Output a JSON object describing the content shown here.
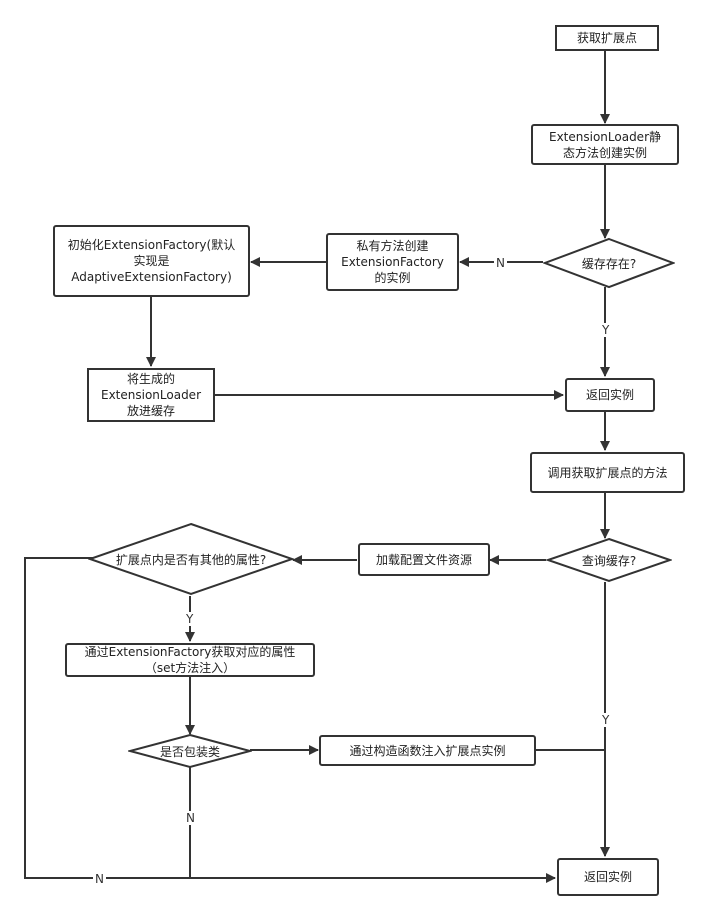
{
  "nodes": {
    "get_ext": "获取扩展点",
    "loader_static": "ExtensionLoader静\n态方法创建实例",
    "cache_exists": "缓存存在?",
    "private_create": "私有方法创建\nExtensionFactory\n的实例",
    "init_factory": "初始化ExtensionFactory(默认\n实现是\nAdaptiveExtensionFactory)",
    "put_cache": "将生成的\nExtensionLoader\n放进缓存",
    "return_instance_1": "返回实例",
    "call_get_ext": "调用获取扩展点的方法",
    "query_cache": "查询缓存?",
    "load_config": "加载配置文件资源",
    "has_other_attrs": "扩展点内是否有其他的属性?",
    "get_attr_via_factory": "通过ExtensionFactory获取对应的属性\n（set方法注入）",
    "is_wrapper": "是否包装类",
    "ctor_inject": "通过构造函数注入扩展点实例",
    "return_instance_2": "返回实例"
  },
  "edge_labels": {
    "cache_no": "N",
    "cache_yes": "Y",
    "query_yes": "Y",
    "attrs_yes": "Y",
    "wrapper_no": "N",
    "attrs_no": "N"
  }
}
